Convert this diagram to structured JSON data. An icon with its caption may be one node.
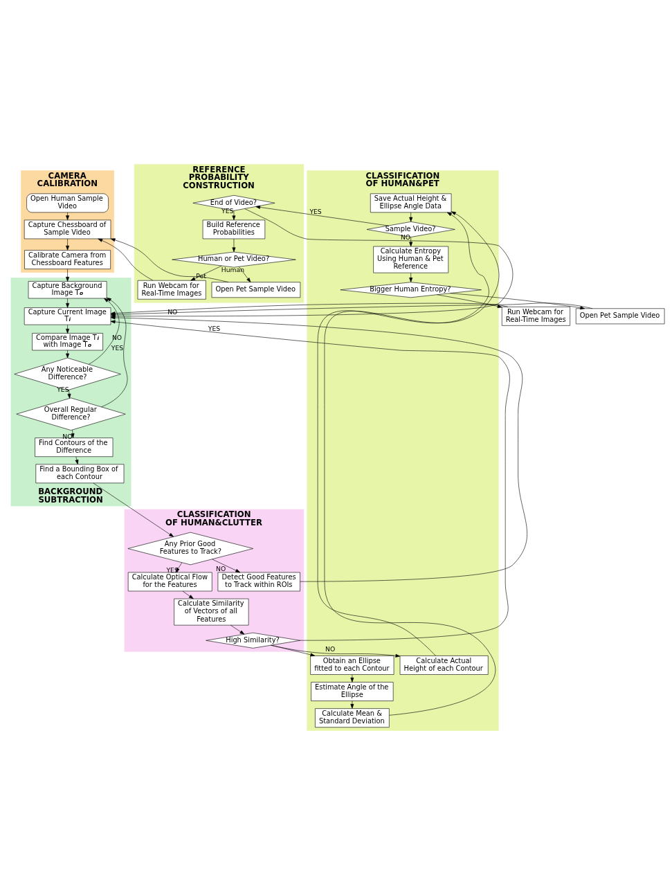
{
  "diagram": {
    "nodes": [
      {
        "text": [
          "CAMERA CALIBRATION"
        ]
      },
      {
        "text": [
          "Open Human Sample Video"
        ],
        "in": 0
      },
      {
        "text": [
          "Capture Chessboard of Sample Video"
        ],
        "in": 0
      },
      {
        "text": [
          "Calibrate Camera from Chessboard Features"
        ],
        "in": 0
      },
      {
        "text": [
          "REFERENCE PROBABILITY CONSTRUCTION"
        ]
      },
      {
        "text": [
          "Run Webcam for Real-Time Images"
        ],
        "in": 4
      },
      {
        "text": [
          "Open Pet Sample Video"
        ],
        "in": 4
      },
      {
        "text": [
          "Human or Pet Video?"
        ],
        "in": 4
      },
      {
        "text": [
          "Build Reference Probabilities"
        ],
        "in": 4
      },
      {
        "text": [
          "End of Video?"
        ],
        "in": 4
      },
      {
        "text": [
          "BACKGROUND SUBTRACTION"
        ]
      },
      {
        "text": [
          "Capture Background Image T$_{o}$"
        ],
        "in": 10
      },
      {
        "text": [
          "Capture Current Image T$_{i}$"
        ],
        "in": 10
      },
      {
        "text": [
          "Compare Image T$_{i}$ with Image T$_{o}$"
        ],
        "in": 10
      },
      {
        "text": [
          "Any Noticeable Difference?"
        ],
        "in": 10
      },
      {
        "text": [
          "Overall Regular Difference?"
        ],
        "in": 10
      },
      {
        "text": [
          "Find Contours of the Difference"
        ],
        "in": 10
      },
      {
        "text": [
          "Find a Bounding Box of each Contour"
        ],
        "in": 10
      },
      {
        "text": [
          "Run Webcam for Real-Time Images"
        ]
      },
      {
        "text": [
          "Open Pet Sample Video"
        ]
      },
      {
        "text": [
          "CLASSIFICATION OF HUMAN&PET"
        ]
      },
      {
        "text": [
          "Bigger Human Entropy?"
        ],
        "in": 20
      },
      {
        "text": [
          "Calculate Entropy Using Human & Pet Reference"
        ],
        "in": 20
      },
      {
        "text": [
          "Sample Video?"
        ],
        "in": 20
      },
      {
        "text": [
          "Save Actual Height & Ellipse Angle Data"
        ],
        "in": 20
      },
      {
        "text": [
          "Calculate Actual Height of each Contour"
        ],
        "in": 20
      },
      {
        "text": [
          "Obtain an Ellipse fitted to each Contour"
        ],
        "in": 20
      },
      {
        "text": [
          "Estimate Angle of the Ellipse"
        ],
        "in": 20
      },
      {
        "text": [
          "Calculate Mean & Standard Deviation"
        ],
        "in": 20
      },
      {
        "text": [
          "CLASSIFICATION OF HUMAN&CLUTTER"
        ]
      },
      {
        "text": [
          "High Similarity?"
        ],
        "in": 29
      },
      {
        "text": [
          "Calculate Similarity of Vectors of all Features"
        ],
        "in": 29
      },
      {
        "text": [
          "Calculate Optical Flow for the Features"
        ],
        "in": 29
      },
      {
        "text": [
          "Any Prior Good Features to Track?"
        ],
        "in": 29
      },
      {
        "text": [
          "Detect Good Features to Track within ROIs"
        ],
        "in": 29
      }
    ],
    "edges": [
      {
        "from": 1,
        "to": 2,
        "arrow": "to"
      },
      {
        "from": 2,
        "to": 3,
        "arrow": "to"
      },
      {
        "from": 3,
        "to": 11,
        "arrow": "to"
      },
      {
        "from": 5,
        "to": 2,
        "arrow": "to"
      },
      {
        "from": 6,
        "to": 2,
        "arrow": "to"
      },
      {
        "from": 7,
        "to": 5,
        "label": "Pet",
        "arrow": "to"
      },
      {
        "from": 7,
        "to": 6,
        "label": "Human",
        "arrow": "to"
      },
      {
        "from": 8,
        "to": 7,
        "arrow": "to"
      },
      {
        "from": 9,
        "to": 8,
        "label": "YES",
        "arrow": "to"
      },
      {
        "from": 9,
        "to": 12,
        "label": "NO",
        "arrow": "to"
      },
      {
        "from": 11,
        "to": 12,
        "arrow": "to"
      },
      {
        "from": 12,
        "to": 13,
        "arrow": "to"
      },
      {
        "from": 13,
        "to": 14,
        "arrow": "to"
      },
      {
        "from": 14,
        "to": 11,
        "label": "NO",
        "arrow": "to"
      },
      {
        "from": 14,
        "to": 15,
        "label": "YES",
        "arrow": "to"
      },
      {
        "from": 15,
        "to": 11,
        "label": "YES",
        "arrow": "to"
      },
      {
        "from": 15,
        "to": 16,
        "label": "NO",
        "arrow": "to"
      },
      {
        "from": 16,
        "to": 17,
        "arrow": "to"
      },
      {
        "from": 17,
        "to": 33,
        "arrow": "to"
      },
      {
        "from": 18,
        "to": 12,
        "arrow": "to"
      },
      {
        "from": 19,
        "to": 12,
        "arrow": "to"
      },
      {
        "from": 21,
        "to": 18,
        "arrow": "to"
      },
      {
        "from": 21,
        "to": 19,
        "arrow": "to"
      },
      {
        "from": 22,
        "to": 21,
        "arrow": "to"
      },
      {
        "from": 23,
        "to": 22,
        "label": "NO",
        "arrow": "to"
      },
      {
        "from": 23,
        "to": 9,
        "label": "YES",
        "arrow": "to"
      },
      {
        "from": 24,
        "to": 23,
        "arrow": "to"
      },
      {
        "from": 25,
        "to": 24,
        "arrow": "to"
      },
      {
        "from": 26,
        "to": 27,
        "arrow": "to"
      },
      {
        "from": 27,
        "to": 28,
        "arrow": "to"
      },
      {
        "from": 28,
        "to": 24,
        "arrow": "to"
      },
      {
        "from": 30,
        "to": 12,
        "label": "YES",
        "arrow": "to"
      },
      {
        "from": 30,
        "to": 25,
        "label": "NO",
        "arrow": "to"
      },
      {
        "from": 30,
        "to": 26,
        "arrow": "to"
      },
      {
        "from": 31,
        "to": 30,
        "arrow": "to"
      },
      {
        "from": 32,
        "to": 31,
        "arrow": "to"
      },
      {
        "from": 33,
        "to": 32,
        "label": "YES",
        "arrow": "to"
      },
      {
        "from": 33,
        "to": 34,
        "label": "NO",
        "arrow": "to"
      },
      {
        "from": 34,
        "to": 12,
        "arrow": "to"
      }
    ]
  }
}
